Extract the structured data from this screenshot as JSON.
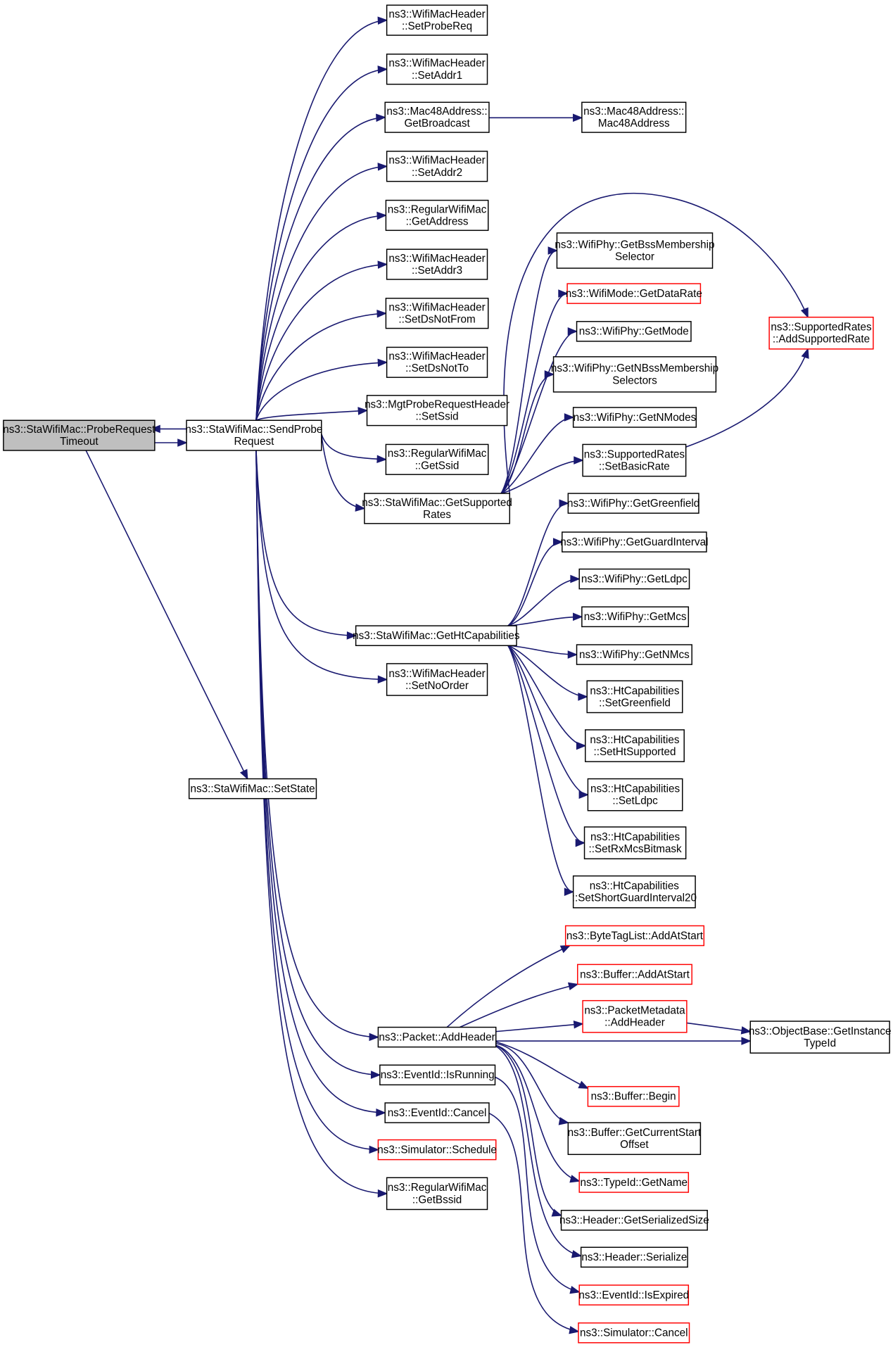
{
  "colors": {
    "edge": "#191970",
    "node_border": "#000000",
    "node_border_external": "#ff0000",
    "root_fill": "#bfbfbf",
    "node_fill": "#ffffff"
  },
  "nodes": [
    {
      "id": "root",
      "lines": [
        "ns3::StaWifiMac::ProbeRequest",
        "Timeout"
      ],
      "style": "root"
    },
    {
      "id": "sendprobe",
      "lines": [
        "ns3::StaWifiMac::SendProbe",
        "Request"
      ],
      "style": "normal"
    },
    {
      "id": "setstate",
      "lines": [
        "ns3::StaWifiMac::SetState"
      ],
      "style": "normal"
    },
    {
      "id": "setprobereq",
      "lines": [
        "ns3::WifiMacHeader",
        "::SetProbeReq"
      ],
      "style": "normal"
    },
    {
      "id": "setaddr1",
      "lines": [
        "ns3::WifiMacHeader",
        "::SetAddr1"
      ],
      "style": "normal"
    },
    {
      "id": "getbroadcast",
      "lines": [
        "ns3::Mac48Address::",
        "GetBroadcast"
      ],
      "style": "normal"
    },
    {
      "id": "mac48address",
      "lines": [
        "ns3::Mac48Address::",
        "Mac48Address"
      ],
      "style": "normal"
    },
    {
      "id": "setaddr2",
      "lines": [
        "ns3::WifiMacHeader",
        "::SetAddr2"
      ],
      "style": "normal"
    },
    {
      "id": "getaddress",
      "lines": [
        "ns3::RegularWifiMac",
        "::GetAddress"
      ],
      "style": "normal"
    },
    {
      "id": "setaddr3",
      "lines": [
        "ns3::WifiMacHeader",
        "::SetAddr3"
      ],
      "style": "normal"
    },
    {
      "id": "setdsnotfrom",
      "lines": [
        "ns3::WifiMacHeader",
        "::SetDsNotFrom"
      ],
      "style": "normal"
    },
    {
      "id": "setdsnotto",
      "lines": [
        "ns3::WifiMacHeader",
        "::SetDsNotTo"
      ],
      "style": "normal"
    },
    {
      "id": "setssid",
      "lines": [
        "ns3::MgtProbeRequestHeader",
        "::SetSsid"
      ],
      "style": "normal"
    },
    {
      "id": "getssid",
      "lines": [
        "ns3::RegularWifiMac",
        "::GetSsid"
      ],
      "style": "normal"
    },
    {
      "id": "getsupportedrates",
      "lines": [
        "ns3::StaWifiMac::GetSupported",
        "Rates"
      ],
      "style": "normal"
    },
    {
      "id": "getbssmembership",
      "lines": [
        "ns3::WifiPhy::GetBssMembership",
        "Selector"
      ],
      "style": "normal"
    },
    {
      "id": "getdatarate",
      "lines": [
        "ns3::WifiMode::GetDataRate"
      ],
      "style": "external"
    },
    {
      "id": "getmode",
      "lines": [
        "ns3::WifiPhy::GetMode"
      ],
      "style": "normal"
    },
    {
      "id": "getnbssmembership",
      "lines": [
        "ns3::WifiPhy::GetNBssMembership",
        "Selectors"
      ],
      "style": "normal"
    },
    {
      "id": "getnmodes",
      "lines": [
        "ns3::WifiPhy::GetNModes"
      ],
      "style": "normal"
    },
    {
      "id": "setbasicrate",
      "lines": [
        "ns3::SupportedRates",
        "::SetBasicRate"
      ],
      "style": "normal"
    },
    {
      "id": "addsupportedrate",
      "lines": [
        "ns3::SupportedRates",
        "::AddSupportedRate"
      ],
      "style": "external"
    },
    {
      "id": "gethtcapabilities",
      "lines": [
        "ns3::StaWifiMac::GetHtCapabilities"
      ],
      "style": "normal"
    },
    {
      "id": "getgreenfield",
      "lines": [
        "ns3::WifiPhy::GetGreenfield"
      ],
      "style": "normal"
    },
    {
      "id": "getguardinterval",
      "lines": [
        "ns3::WifiPhy::GetGuardInterval"
      ],
      "style": "normal"
    },
    {
      "id": "getldpc",
      "lines": [
        "ns3::WifiPhy::GetLdpc"
      ],
      "style": "normal"
    },
    {
      "id": "getmcs",
      "lines": [
        "ns3::WifiPhy::GetMcs"
      ],
      "style": "normal"
    },
    {
      "id": "getnmcs",
      "lines": [
        "ns3::WifiPhy::GetNMcs"
      ],
      "style": "normal"
    },
    {
      "id": "setgreenfield",
      "lines": [
        "ns3::HtCapabilities",
        "::SetGreenfield"
      ],
      "style": "normal"
    },
    {
      "id": "sethtsupported",
      "lines": [
        "ns3::HtCapabilities",
        "::SetHtSupported"
      ],
      "style": "normal"
    },
    {
      "id": "setldpc",
      "lines": [
        "ns3::HtCapabilities",
        "::SetLdpc"
      ],
      "style": "normal"
    },
    {
      "id": "setrxmcsbitmask",
      "lines": [
        "ns3::HtCapabilities",
        "::SetRxMcsBitmask"
      ],
      "style": "normal"
    },
    {
      "id": "setshortguard",
      "lines": [
        "ns3::HtCapabilities",
        "::SetShortGuardInterval20"
      ],
      "style": "normal"
    },
    {
      "id": "setnoorder",
      "lines": [
        "ns3::WifiMacHeader",
        "::SetNoOrder"
      ],
      "style": "normal"
    },
    {
      "id": "addheader",
      "lines": [
        "ns3::Packet::AddHeader"
      ],
      "style": "normal"
    },
    {
      "id": "bytetagaddatstart",
      "lines": [
        "ns3::ByteTagList::AddAtStart"
      ],
      "style": "external"
    },
    {
      "id": "bufferaddatstart",
      "lines": [
        "ns3::Buffer::AddAtStart"
      ],
      "style": "external"
    },
    {
      "id": "packetmetaaddheader",
      "lines": [
        "ns3::PacketMetadata",
        "::AddHeader"
      ],
      "style": "external"
    },
    {
      "id": "getinstancetypeid",
      "lines": [
        "ns3::ObjectBase::GetInstance",
        "TypeId"
      ],
      "style": "normal"
    },
    {
      "id": "bufferbegin",
      "lines": [
        "ns3::Buffer::Begin"
      ],
      "style": "external"
    },
    {
      "id": "getcurrentstart",
      "lines": [
        "ns3::Buffer::GetCurrentStart",
        "Offset"
      ],
      "style": "normal"
    },
    {
      "id": "typeidgetname",
      "lines": [
        "ns3::TypeId::GetName"
      ],
      "style": "external"
    },
    {
      "id": "getserializedsize",
      "lines": [
        "ns3::Header::GetSerializedSize"
      ],
      "style": "normal"
    },
    {
      "id": "headerserialize",
      "lines": [
        "ns3::Header::Serialize"
      ],
      "style": "normal"
    },
    {
      "id": "isrunning",
      "lines": [
        "ns3::EventId::IsRunning"
      ],
      "style": "normal"
    },
    {
      "id": "eventcancel",
      "lines": [
        "ns3::EventId::Cancel"
      ],
      "style": "normal"
    },
    {
      "id": "isexpired",
      "lines": [
        "ns3::EventId::IsExpired"
      ],
      "style": "external"
    },
    {
      "id": "simschedule",
      "lines": [
        "ns3::Simulator::Schedule"
      ],
      "style": "external"
    },
    {
      "id": "simcancel",
      "lines": [
        "ns3::Simulator::Cancel"
      ],
      "style": "external"
    },
    {
      "id": "getbssid",
      "lines": [
        "ns3::RegularWifiMac",
        "::GetBssid"
      ],
      "style": "normal"
    }
  ],
  "edges": [
    [
      "root",
      "sendprobe"
    ],
    [
      "sendprobe",
      "root"
    ],
    [
      "root",
      "setstate"
    ],
    [
      "sendprobe",
      "setprobereq"
    ],
    [
      "sendprobe",
      "setaddr1"
    ],
    [
      "sendprobe",
      "getbroadcast"
    ],
    [
      "getbroadcast",
      "mac48address"
    ],
    [
      "sendprobe",
      "setaddr2"
    ],
    [
      "sendprobe",
      "getaddress"
    ],
    [
      "sendprobe",
      "setaddr3"
    ],
    [
      "sendprobe",
      "setdsnotfrom"
    ],
    [
      "sendprobe",
      "setdsnotto"
    ],
    [
      "sendprobe",
      "setssid"
    ],
    [
      "sendprobe",
      "getssid"
    ],
    [
      "sendprobe",
      "getsupportedrates"
    ],
    [
      "sendprobe",
      "gethtcapabilities"
    ],
    [
      "sendprobe",
      "setnoorder"
    ],
    [
      "sendprobe",
      "addheader"
    ],
    [
      "sendprobe",
      "isrunning"
    ],
    [
      "sendprobe",
      "eventcancel"
    ],
    [
      "sendprobe",
      "simschedule"
    ],
    [
      "sendprobe",
      "getbssid"
    ],
    [
      "getsupportedrates",
      "getbssmembership"
    ],
    [
      "getsupportedrates",
      "getdatarate"
    ],
    [
      "getsupportedrates",
      "getmode"
    ],
    [
      "getsupportedrates",
      "getnbssmembership"
    ],
    [
      "getsupportedrates",
      "getnmodes"
    ],
    [
      "getsupportedrates",
      "setbasicrate"
    ],
    [
      "getsupportedrates",
      "addsupportedrate"
    ],
    [
      "setbasicrate",
      "addsupportedrate"
    ],
    [
      "gethtcapabilities",
      "getgreenfield"
    ],
    [
      "gethtcapabilities",
      "getguardinterval"
    ],
    [
      "gethtcapabilities",
      "getldpc"
    ],
    [
      "gethtcapabilities",
      "getmcs"
    ],
    [
      "gethtcapabilities",
      "getnmcs"
    ],
    [
      "gethtcapabilities",
      "setgreenfield"
    ],
    [
      "gethtcapabilities",
      "sethtsupported"
    ],
    [
      "gethtcapabilities",
      "setldpc"
    ],
    [
      "gethtcapabilities",
      "setrxmcsbitmask"
    ],
    [
      "gethtcapabilities",
      "setshortguard"
    ],
    [
      "addheader",
      "bytetagaddatstart"
    ],
    [
      "addheader",
      "bufferaddatstart"
    ],
    [
      "addheader",
      "packetmetaaddheader"
    ],
    [
      "addheader",
      "getinstancetypeid"
    ],
    [
      "packetmetaaddheader",
      "getinstancetypeid"
    ],
    [
      "addheader",
      "bufferbegin"
    ],
    [
      "addheader",
      "getcurrentstart"
    ],
    [
      "addheader",
      "typeidgetname"
    ],
    [
      "addheader",
      "getserializedsize"
    ],
    [
      "addheader",
      "headerserialize"
    ],
    [
      "isrunning",
      "isexpired"
    ],
    [
      "eventcancel",
      "simcancel"
    ]
  ]
}
